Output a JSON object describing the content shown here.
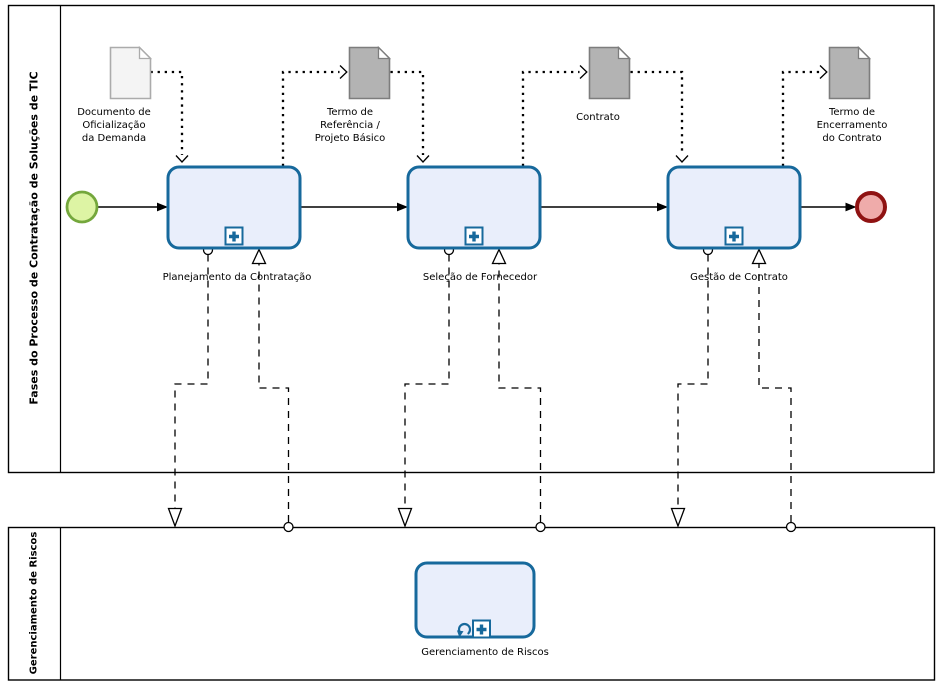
{
  "colors": {
    "task-border": "#17699c",
    "task-fill": "#e9eefb",
    "start-border": "#74a73c",
    "start-fill": "#ddf4a4",
    "end-border": "#8f1212",
    "end-fill": "#efabaa",
    "doc-light-fill": "#f4f4f4",
    "doc-light-border": "#ababab",
    "doc-dark-fill": "#b3b3b3",
    "doc-dark-border": "#7d7d7d"
  },
  "pools": {
    "fases": {
      "label": "Fases do Processo de Contratação de Soluções de TIC"
    },
    "riscos": {
      "label": "Gerenciamento de Riscos"
    }
  },
  "tasks": {
    "planejamento": {
      "label": "Planejamento da Contratação"
    },
    "selecao": {
      "label": "Seleção de Fornecedor"
    },
    "gestao": {
      "label": "Gestão de Contrato"
    },
    "riscos": {
      "label": "Gerenciamento de Riscos"
    }
  },
  "documents": {
    "oficializacao": {
      "label": "Documento de\nOficialização\nda Demanda"
    },
    "termo_referencia": {
      "label": "Termo de\nReferência /\nProjeto Básico"
    },
    "contrato": {
      "label": "Contrato"
    },
    "termo_encerramento": {
      "label": "Termo de\nEncerramento\ndo Contrato"
    }
  }
}
